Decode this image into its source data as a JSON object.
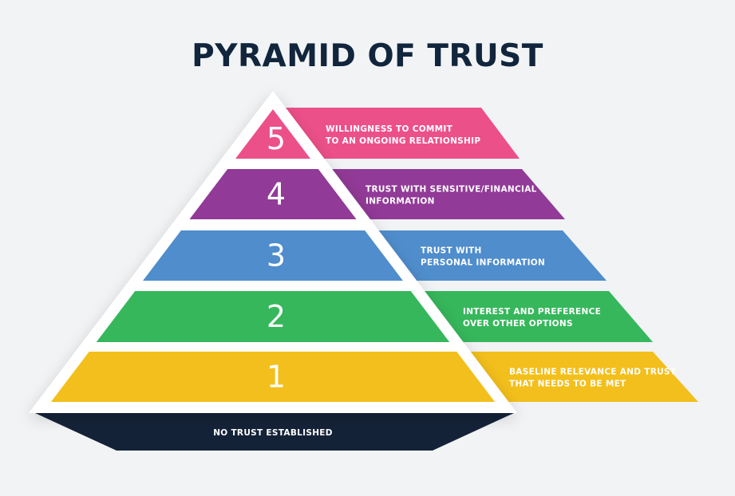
{
  "title": "PYRAMID OF TRUST",
  "colors": {
    "background": "#f1f3f5",
    "title": "#11253c",
    "outline": "#ffffff",
    "base": "#142238"
  },
  "levels": [
    {
      "number": "5",
      "line1": "WILLINGNESS TO COMMIT",
      "line2": "TO AN ONGOING RELATIONSHIP",
      "color": "#ec5089"
    },
    {
      "number": "4",
      "line1": "TRUST WITH SENSITIVE/FINANCIAL",
      "line2": "INFORMATION",
      "color": "#913a97"
    },
    {
      "number": "3",
      "line1": "TRUST WITH",
      "line2": "PERSONAL INFORMATION",
      "color": "#4f8dcc"
    },
    {
      "number": "2",
      "line1": "INTEREST AND PREFERENCE",
      "line2": "OVER OTHER OPTIONS",
      "color": "#36b75b"
    },
    {
      "number": "1",
      "line1": "BASELINE RELEVANCE AND TRUST",
      "line2": "THAT NEEDS TO BE MET",
      "color": "#f3bf1c"
    }
  ],
  "base": {
    "label": "NO TRUST ESTABLISHED"
  }
}
